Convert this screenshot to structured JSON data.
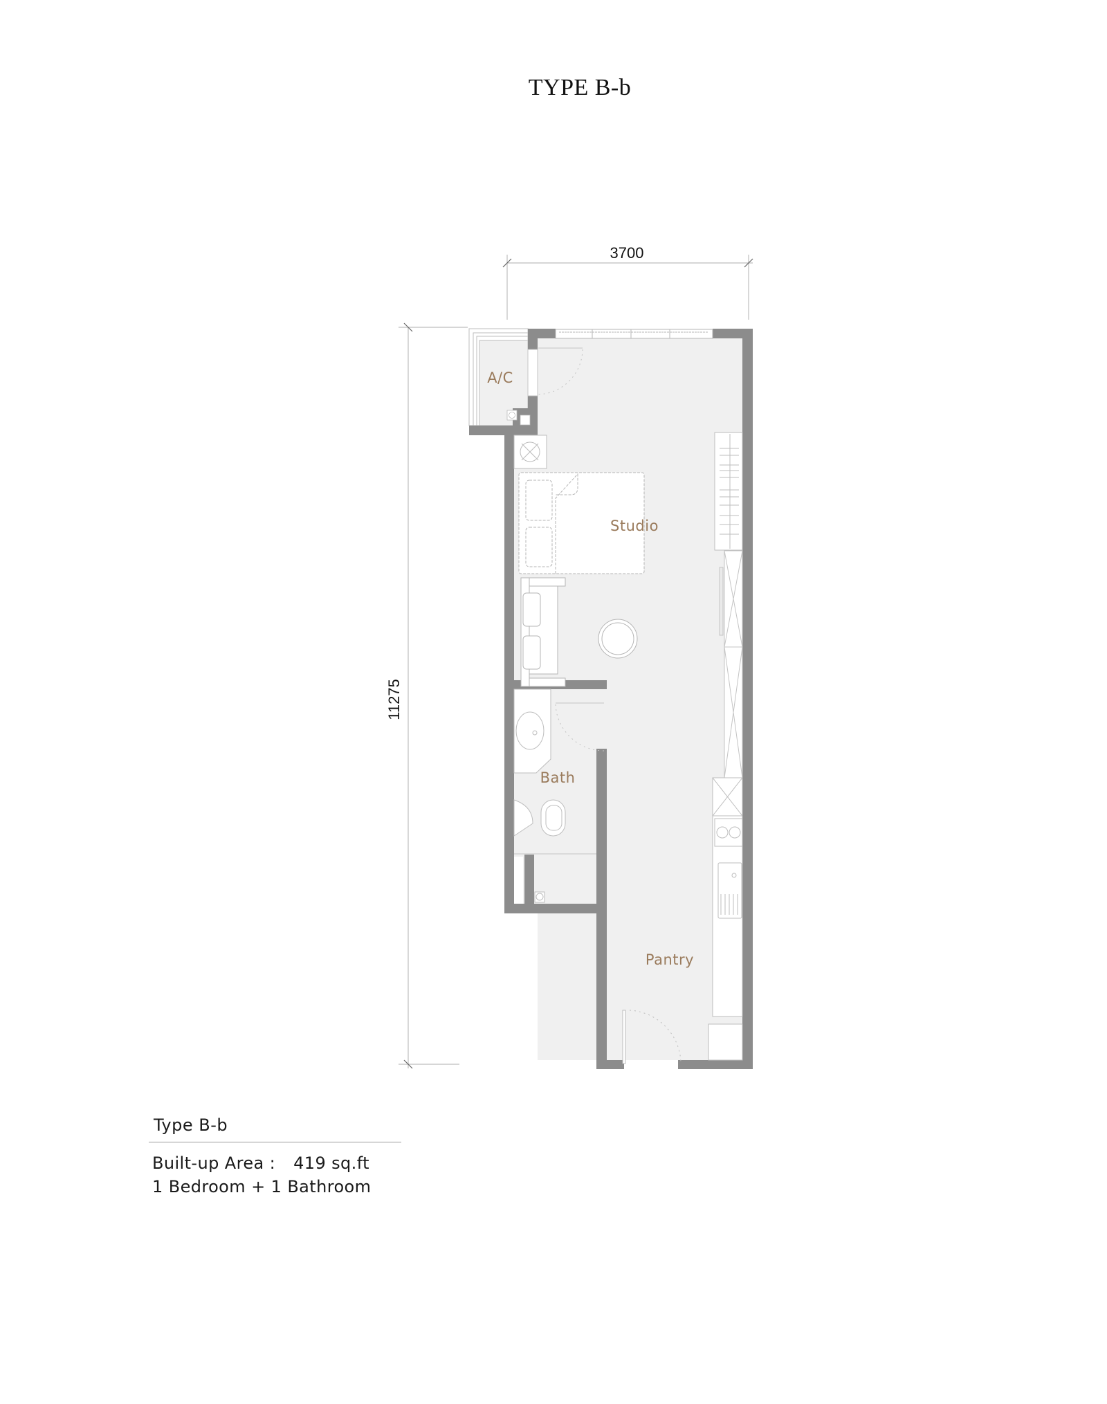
{
  "title": "TYPE B-b",
  "dimensions": {
    "width_mm": "3700",
    "length_mm": "11275"
  },
  "rooms": {
    "ac": "A/C",
    "studio": "Studio",
    "bath": "Bath",
    "pantry": "Pantry"
  },
  "info": {
    "unit_type": "Type B-b",
    "built_up_label": "Built-up Area :",
    "built_up_value": "419 sq.ft",
    "configuration": "1 Bedroom + 1 Bathroom"
  },
  "colors": {
    "wall": "#8c8c8c",
    "floor": "#f0f0f0",
    "label": "#9a7b5c",
    "line": "#c8c8c8"
  }
}
